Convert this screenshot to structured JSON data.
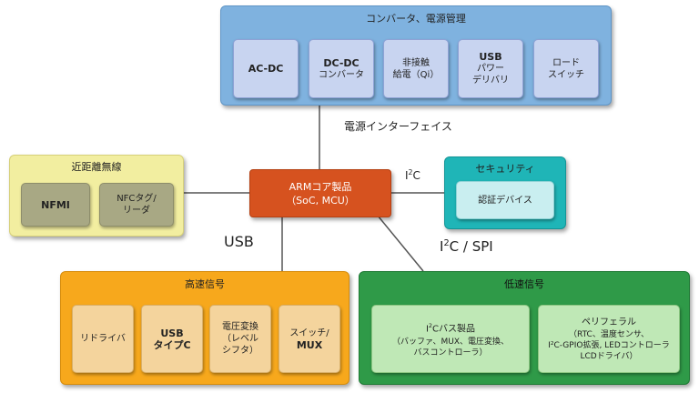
{
  "power_group": {
    "title": "コンバータ、電源管理",
    "items": [
      {
        "lines": [
          "AC-DC"
        ]
      },
      {
        "lines": [
          "DC-DC",
          "コンバータ"
        ]
      },
      {
        "lines": [
          "非接触",
          "給電（Qi）"
        ]
      },
      {
        "lines": [
          "USB",
          "パワー",
          "デリバリ"
        ]
      },
      {
        "lines": [
          "ロード",
          "スイッチ"
        ]
      }
    ]
  },
  "nfc_group": {
    "title": "近距離無線",
    "items": [
      {
        "lines": [
          "NFMI"
        ]
      },
      {
        "lines": [
          "NFCタグ/",
          "リーダ"
        ]
      }
    ]
  },
  "security_group": {
    "title": "セキュリティ",
    "item": "認証デバイス"
  },
  "mcu": {
    "line1": "ARMコア製品",
    "line2": "（SoC, MCU）"
  },
  "high_speed_group": {
    "title": "高速信号",
    "items": [
      {
        "lines": [
          "リドライバ"
        ]
      },
      {
        "lines": [
          "USB",
          "タイプC"
        ]
      },
      {
        "lines": [
          "電圧変換",
          "（レベル",
          "シフタ）"
        ]
      },
      {
        "lines": [
          "スイッチ/",
          "MUX"
        ]
      }
    ]
  },
  "low_speed_group": {
    "title": "低速信号",
    "i2c_products": {
      "title_prefix": "I",
      "title_sup": "2",
      "title_suffix": "Cバス製品",
      "line2": "（バッファ、MUX、電圧変換、",
      "line3": "バスコントローラ）"
    },
    "peripheral": {
      "title": "ペリフェラル",
      "line2": "（RTC、温度センサ、",
      "line3": "I²C-GPIO拡張, LEDコントローラ",
      "line4": "LCDドライバ）"
    }
  },
  "labels": {
    "power_interface": "電源インターフェイス",
    "usb": "USB",
    "i2c_prefix": "I",
    "i2c_sup": "2",
    "i2c_suffix": "C",
    "i2c_spi_prefix": "I",
    "i2c_spi_sup": "2",
    "i2c_spi_suffix": "C / SPI"
  },
  "colors": {
    "power": "#7fb2df",
    "nfc": "#f2eea0",
    "security": "#1fb5b7",
    "mcu": "#d6521f",
    "high_speed": "#f7a81c",
    "low_speed": "#2f9a48",
    "connector": "#555555"
  }
}
